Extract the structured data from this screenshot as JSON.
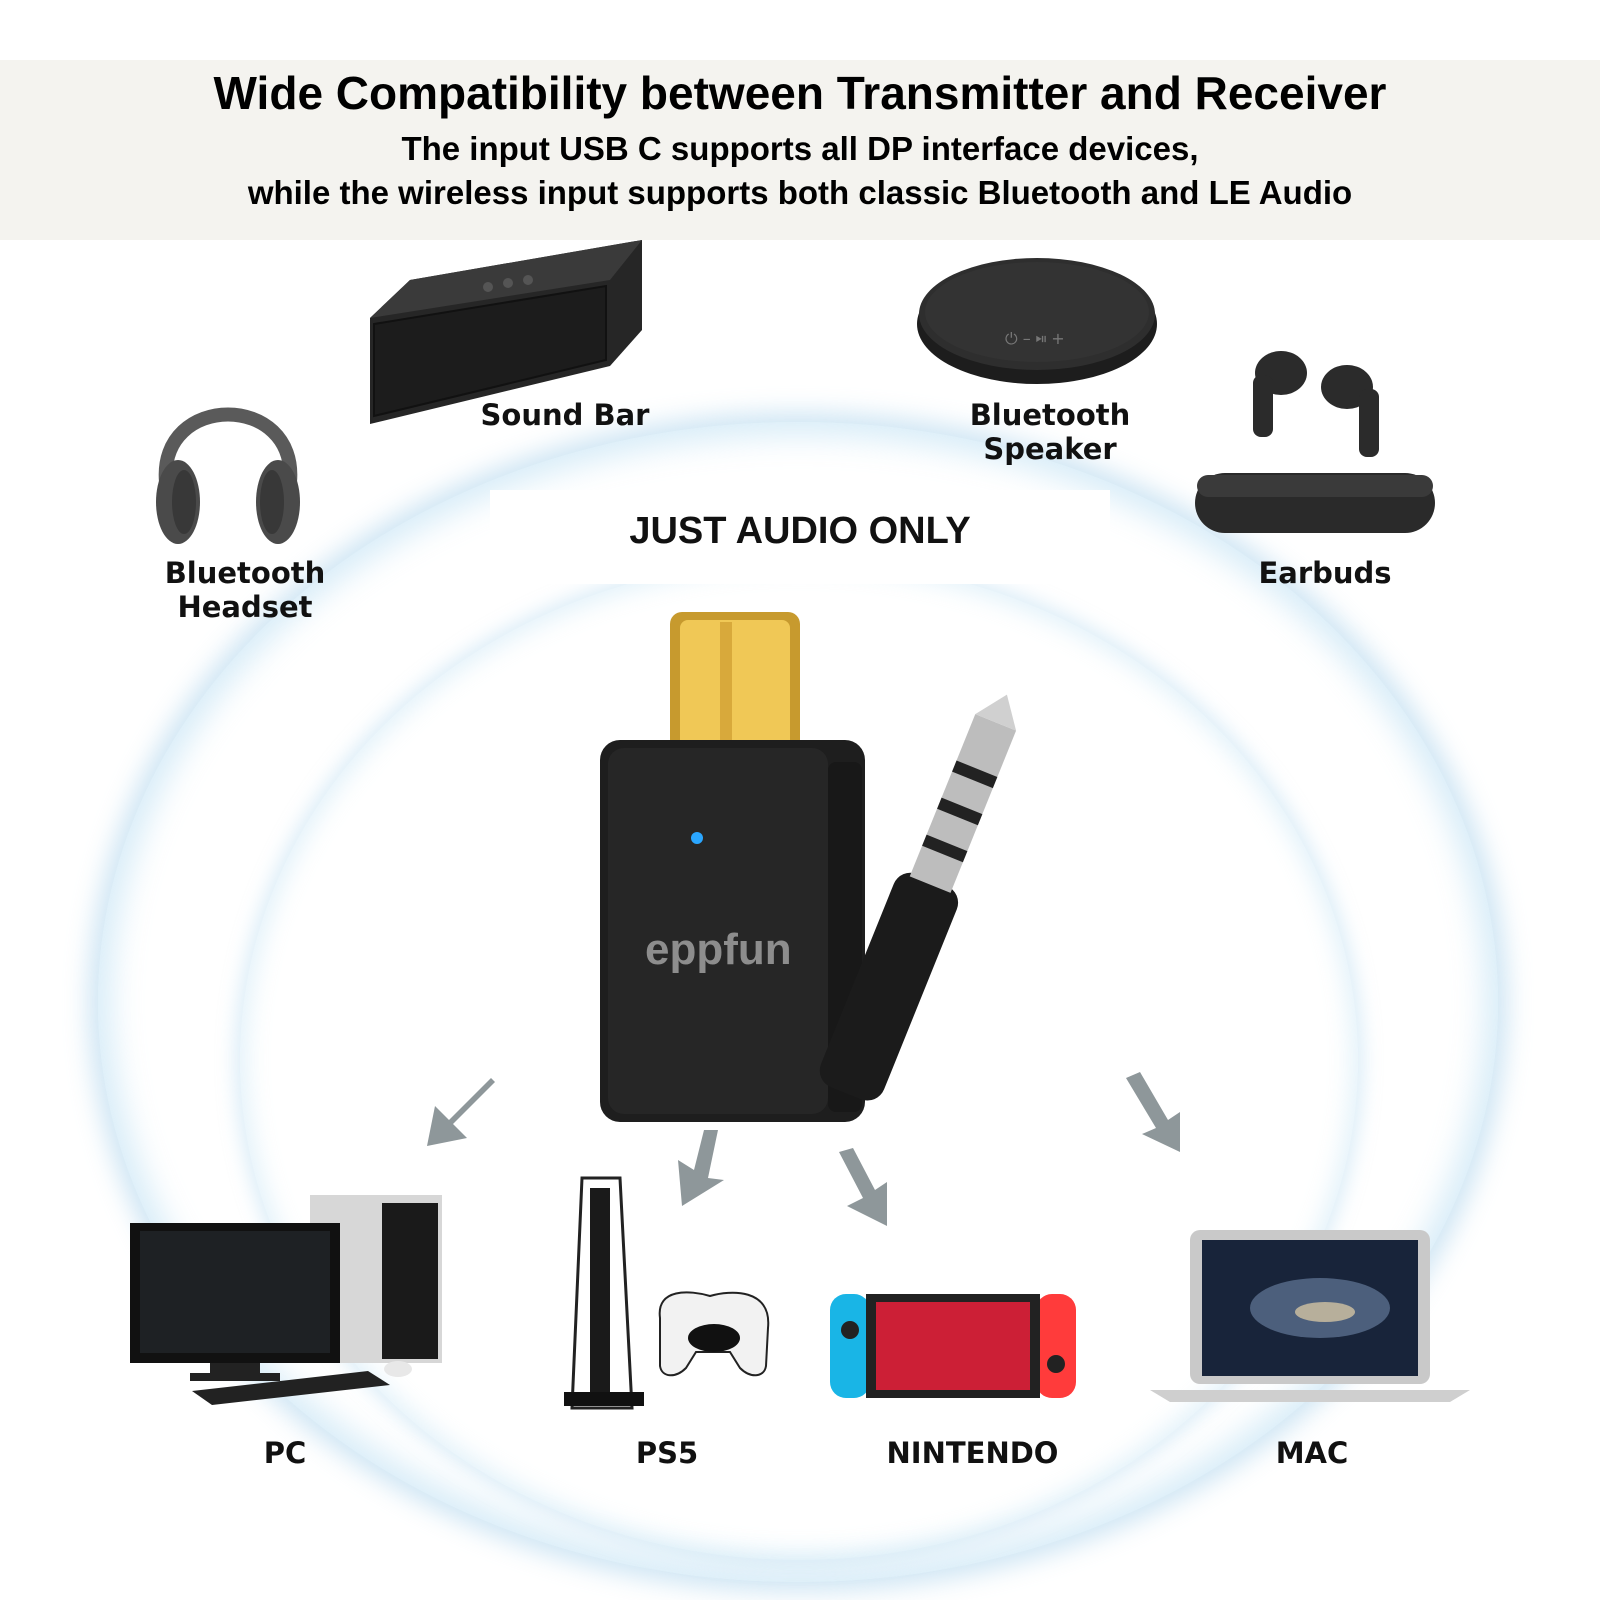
{
  "header": {
    "title": "Wide Compatibility between Transmitter and Receiver",
    "subtitle_line1": "The input USB C supports all DP interface devices,",
    "subtitle_line2": "while the wireless input supports both classic Bluetooth and LE Audio"
  },
  "badge": {
    "label": "JUST AUDIO ONLY"
  },
  "product": {
    "brand": "eppfun",
    "led_color": "#2aa6ff"
  },
  "receivers": [
    {
      "label": "Sound Bar",
      "icon": "sound-bar-icon"
    },
    {
      "label": "Bluetooth Speaker",
      "icon": "bluetooth-speaker-icon"
    },
    {
      "label": "Bluetooth Headset",
      "icon": "headphones-icon"
    },
    {
      "label": "Earbuds",
      "icon": "earbuds-icon"
    }
  ],
  "sources": [
    {
      "label": "PC",
      "icon": "desktop-pc-icon"
    },
    {
      "label": "PS5",
      "icon": "ps5-console-icon"
    },
    {
      "label": "NINTENDO",
      "icon": "nintendo-switch-icon"
    },
    {
      "label": "MAC",
      "icon": "macbook-icon"
    }
  ],
  "colors": {
    "arrow": "#8e979a",
    "ring": "#a8d4ee",
    "switch_left": "#19b5e6",
    "switch_right": "#ff3b3b"
  }
}
